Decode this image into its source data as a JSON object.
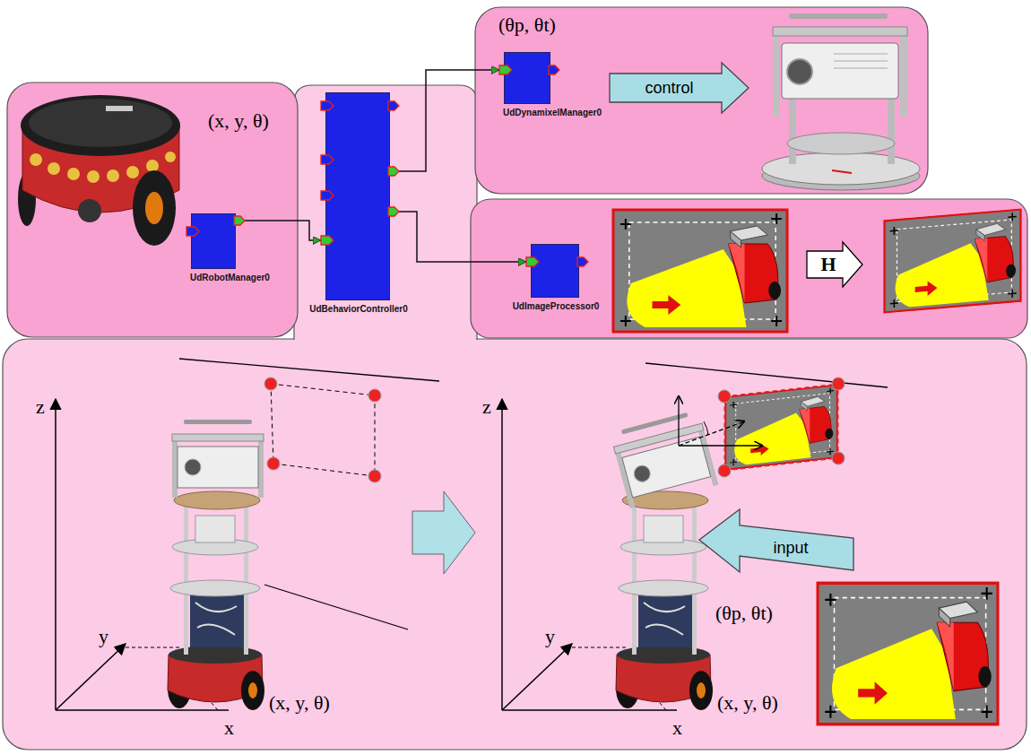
{
  "diagram": {
    "nodes": [
      {
        "text": [
          "UdRobotManager0"
        ]
      },
      {
        "text": [
          "UdBehaviorController0"
        ]
      },
      {
        "text": [
          "UdDynamixelManager0"
        ]
      },
      {
        "text": [
          "control"
        ]
      },
      {
        "text": [
          "UdImageProcessor0"
        ]
      },
      {
        "text": [
          "H"
        ]
      },
      {
        "text": [
          "input"
        ]
      }
    ],
    "edges": [
      {
        "from": 0,
        "to": 1,
        "arrow": "to"
      },
      {
        "from": 1,
        "to": 2,
        "arrow": "to"
      },
      {
        "from": 1,
        "to": 4,
        "arrow": "to"
      }
    ],
    "labels": [
      "(x, y, θ)",
      "(θp, θt)",
      "z",
      "y",
      "(x, y, θ)",
      "x",
      "z",
      "y",
      "(θp, θt)",
      "(x, y, θ)",
      "x"
    ]
  }
}
